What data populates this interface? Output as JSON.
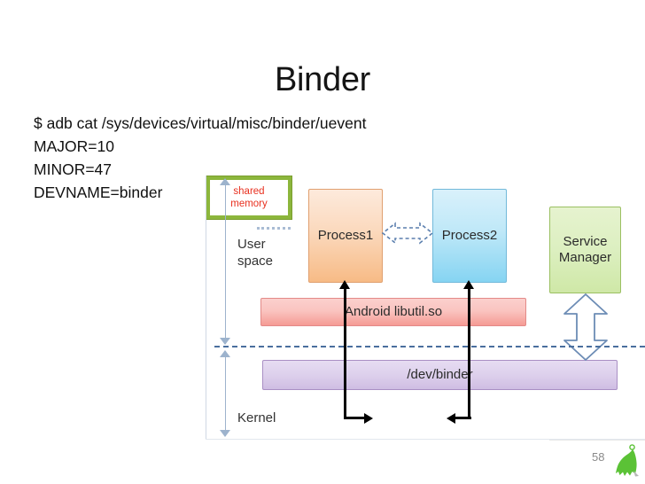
{
  "slide": {
    "title": "Binder",
    "page_number": "58",
    "mascot_icon": "green-mascot-icon"
  },
  "console": {
    "lines": [
      "$ adb cat /sys/devices/virtual/misc/binder/uevent",
      "MAJOR=10",
      "MINOR=47",
      "DEVNAME=binder"
    ]
  },
  "diagram": {
    "type": "architecture-block-diagram",
    "layers": [
      {
        "id": "user-space",
        "label": "User\nspace"
      },
      {
        "id": "kernel",
        "label": "Kernel"
      }
    ],
    "layer_labels": {
      "user_space_line1": "User",
      "user_space_line2": "space",
      "kernel": "Kernel"
    },
    "nodes": [
      {
        "id": "process1",
        "label": "Process1",
        "layer": "user-space",
        "color": "#f7bb86"
      },
      {
        "id": "process2",
        "label": "Process2",
        "layer": "user-space",
        "color": "#86d4f2"
      },
      {
        "id": "service-manager",
        "label": "Service\nManager",
        "layer": "user-space",
        "color": "#cfe8a7"
      },
      {
        "id": "libutil",
        "label": "Android libutil.so",
        "layer": "user-space",
        "color": "#f59b94"
      },
      {
        "id": "devbinder",
        "label": "/dev/binder",
        "layer": "kernel",
        "color": "#cfbde3"
      },
      {
        "id": "shared-memory",
        "label": "shared memory",
        "layer": "kernel",
        "color": "#8cb63c"
      }
    ],
    "node_labels": {
      "process1": "Process1",
      "process2": "Process2",
      "service_manager_line1": "Service",
      "service_manager_line2": "Manager",
      "libutil": "Android libutil.so",
      "devbinder": "/dev/binder",
      "shared_memory_line1": "shared",
      "shared_memory_line2": "memory"
    },
    "connectors": [
      {
        "id": "process1-process2-ipc",
        "from": "process1",
        "to": "process2",
        "style": "dashed-double-arrow"
      },
      {
        "id": "process1-shared-memory",
        "from": "process1",
        "to": "shared-memory",
        "style": "solid-double-ended"
      },
      {
        "id": "process2-shared-memory",
        "from": "process2",
        "to": "shared-memory",
        "style": "solid-double-ended"
      },
      {
        "id": "service-manager-devbinder",
        "from": "service-manager",
        "to": "devbinder",
        "style": "outline-double-arrow"
      }
    ],
    "boundary": {
      "id": "user-kernel-boundary",
      "style": "dashed",
      "color": "#4a6f9e"
    }
  },
  "colors": {
    "title": "#141414",
    "body_text": "#111111",
    "shared_memory_text": "#e8301f",
    "boundary": "#4a6f9e",
    "rail_arrow": "#9db3cd",
    "mascot": "#5bc236"
  }
}
